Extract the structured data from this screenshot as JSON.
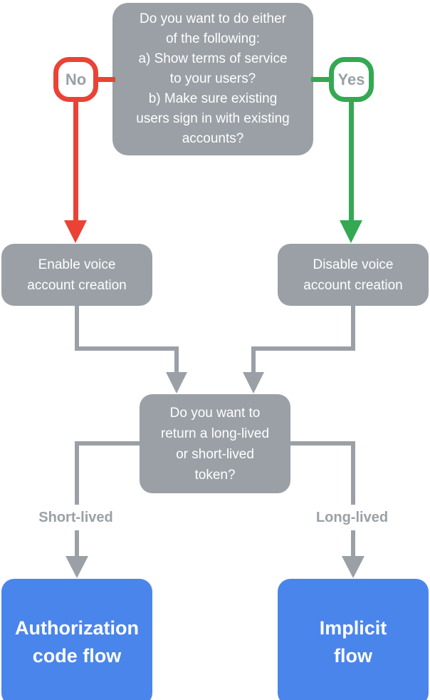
{
  "colors": {
    "bg": "#ffffff",
    "gray": "#9AA0A6",
    "labelgray": "#9AA0A6",
    "red": "#EA4335",
    "green": "#34A853",
    "blue": "#4A85EC",
    "white": "#ffffff"
  },
  "flowchart": {
    "question_either": "Do you want to do either\nof the following:\na) Show terms of service\nto your users?\nb) Make sure existing\nusers sign in with existing\naccounts?",
    "no_label": "No",
    "yes_label": "Yes",
    "enable_node": "Enable voice\naccount creation",
    "disable_node": "Disable voice\naccount creation",
    "question_token": "Do you want to\nreturn a long-lived\nor short-lived\ntoken?",
    "short_lived_label": "Short-lived",
    "long_lived_label": "Long-lived",
    "auth_code_node": "Authorization\ncode flow",
    "implicit_node": "Implicit\nflow"
  }
}
